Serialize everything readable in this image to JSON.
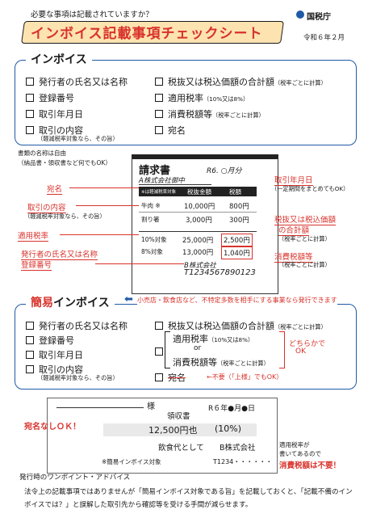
{
  "header": {
    "subtitle": "必要な事項は記載されていますか？",
    "title": "インボイス記載事項チェックシート",
    "agency": "国税庁",
    "date": "令和６年２月"
  },
  "invoice_section": {
    "heading": "インボイス",
    "left_items": [
      {
        "label": "発行者の氏名又は名称"
      },
      {
        "label": "登録番号"
      },
      {
        "label": "取引年月日"
      },
      {
        "label": "取引の内容",
        "note": "（軽減税率対象なら、その旨）"
      }
    ],
    "right_items": [
      {
        "label": "税抜又は税込価額の合計額",
        "note": "（税率ごとに計算）"
      },
      {
        "label": "適用税率",
        "note": "（10%又は8%）"
      },
      {
        "label": "消費税額等",
        "note": "（税率ごとに計算）"
      },
      {
        "label": "宛名"
      }
    ]
  },
  "sample_invoice": {
    "doc_name_note_1": "書類の名称は自由",
    "doc_name_note_2": "（納品書・領収書など何でもOK）",
    "title": "請求書",
    "date": "R6. ○月分",
    "recipient": "A株式会社御中",
    "table_head": [
      "※は軽減税率対象",
      "税抜金額",
      "税額"
    ],
    "rows": [
      [
        "牛肉 ※",
        "10,000円",
        "800円"
      ],
      [
        "割り箸",
        "3,000円",
        "300円"
      ]
    ],
    "totals": [
      [
        "10%対象",
        "25,000円",
        "2,500円"
      ],
      [
        "8%対象",
        "13,000円",
        "1,040円"
      ]
    ],
    "issuer": "B株式会社",
    "reg_no": "T1234567890123",
    "labels": {
      "recipient": "宛名",
      "content": "取引の内容",
      "content_note": "（軽減税率対象なら、その旨）",
      "rate": "適用税率",
      "issuer": "発行者の氏名又は名称",
      "reg_no": "登録番号",
      "date": "取引年月日",
      "date_note": "（一定期間をまとめてもOK）",
      "total": "税抜又は税込価額",
      "total_2": "の合計額",
      "total_note": "（税率ごとに計算）",
      "tax": "消費税額等",
      "tax_note": "（税率ごとに計算）"
    }
  },
  "simple_section": {
    "heading_1": "簡易",
    "heading_2": "インボイス",
    "desc": "小売店・飲食店など、不特定多数を相手にする事業なら発行できます",
    "left_items": [
      {
        "label": "発行者の氏名又は名称"
      },
      {
        "label": "登録番号"
      },
      {
        "label": "取引年月日"
      },
      {
        "label": "取引の内容",
        "note": "（軽減税率対象なら、その旨）"
      }
    ],
    "total_label": "税抜又は税込価額の合計額",
    "total_note": "（税率ごとに計算）",
    "rate_label": "適用税率",
    "rate_note": "（10%又は8%）",
    "or_label": "or",
    "tax_label": "消費税額等",
    "tax_note": "（税率ごとに計算）",
    "either_1": "どちらかで",
    "either_2": "OK",
    "atena": "宛名",
    "not_needed": "←不要（「上様」でもOK）"
  },
  "receipt": {
    "sama": "様",
    "title": "領収書",
    "date": "R６年●月●日",
    "amount": "12,500円也",
    "rate": "(10%)",
    "purpose": "飲食代として",
    "issuer": "B株式会社",
    "mark": "※簡易インボイス対象",
    "reg_no": "T1234・・・・・・",
    "no_name_ok": "宛名なしＯＫ！",
    "side_1": "適用税率が",
    "side_2": "書いてあるので",
    "side_3": "消費税額は不要！"
  },
  "tip": {
    "title": "発行時のワンポイント・アドバイス",
    "text": "法令上の記載事項ではありませんが「簡易インボイス対象である旨」を記載しておくと、「記載不備のインボイスでは？」と誤解した取引先から確認等を受ける手間が減らせます。"
  },
  "colors": {
    "red": "#d8322b",
    "blue": "#1f5aa6",
    "title_bg": "#fde3b0"
  }
}
